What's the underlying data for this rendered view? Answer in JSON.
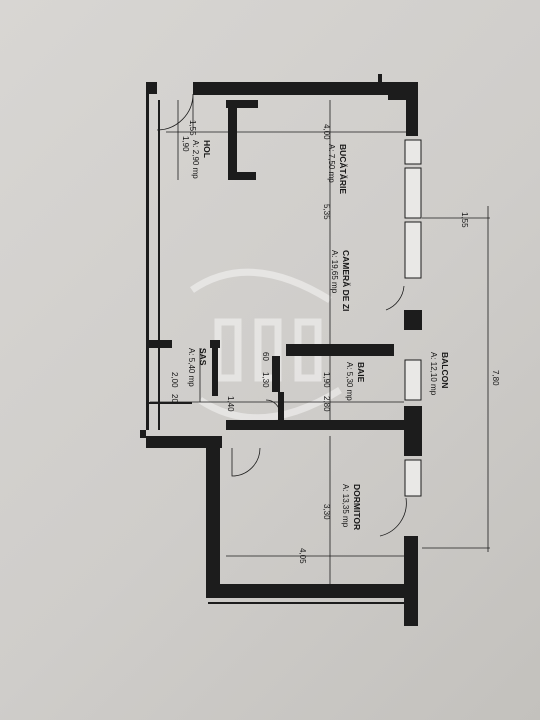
{
  "rooms": [
    {
      "id": "hol",
      "name": "HOL",
      "area": "A: 2,90 mp"
    },
    {
      "id": "bucatarie",
      "name": "BUCĂTĂRIE",
      "area": "A: 7,50 mp"
    },
    {
      "id": "camera",
      "name": "CAMERĂ DE ZI",
      "area": "A: 19,65 mp"
    },
    {
      "id": "sas",
      "name": "SAS",
      "area": "A: 5,40 mp"
    },
    {
      "id": "baie",
      "name": "BAIE",
      "area": "A: 5,30 mp"
    },
    {
      "id": "balcon",
      "name": "BALCON",
      "area": "A: 12,10 mp"
    },
    {
      "id": "dormitor",
      "name": "DORMITOR",
      "area": "A: 13,35 mp"
    }
  ],
  "dimensions": {
    "hol_width": "1,55",
    "hol_depth": "1,90",
    "kitchen_width": "4,00",
    "living_depth": "5,35",
    "balcony_depth": "1,55",
    "balcony_length": "7,80",
    "sas_a": "60",
    "sas_b": "1,30",
    "sas_depth": "2,00",
    "sas_c": "20",
    "sas_width": "1,40",
    "bath_depth": "1,90",
    "bath_width": "2,80",
    "bedroom_depth": "3,30",
    "bedroom_width": "4,05"
  },
  "colors": {
    "background": "#d2d0cd",
    "wall": "#1c1c1c"
  }
}
